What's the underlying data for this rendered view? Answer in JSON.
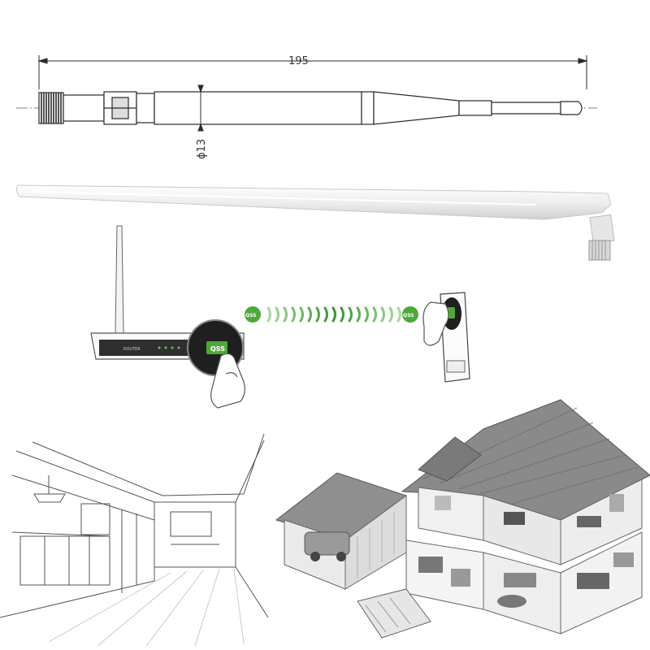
{
  "drawing": {
    "length_label": "195",
    "diameter_label": "ϕ13"
  },
  "wps_demo": {
    "router_button_label": "QSS",
    "signal_start_label": "QSS",
    "signal_end_label": "QSS"
  },
  "colors": {
    "line": "#2a2a2a",
    "antenna_white": "#f2f2f2",
    "signal_green": "#3a9a2a",
    "signal_light": "#a8d8a0",
    "roof": "#8a8a8a"
  },
  "icons": {
    "hand": "pointing-hand-icon",
    "router": "router-icon",
    "usb_adapter": "usb-wifi-adapter-icon"
  }
}
